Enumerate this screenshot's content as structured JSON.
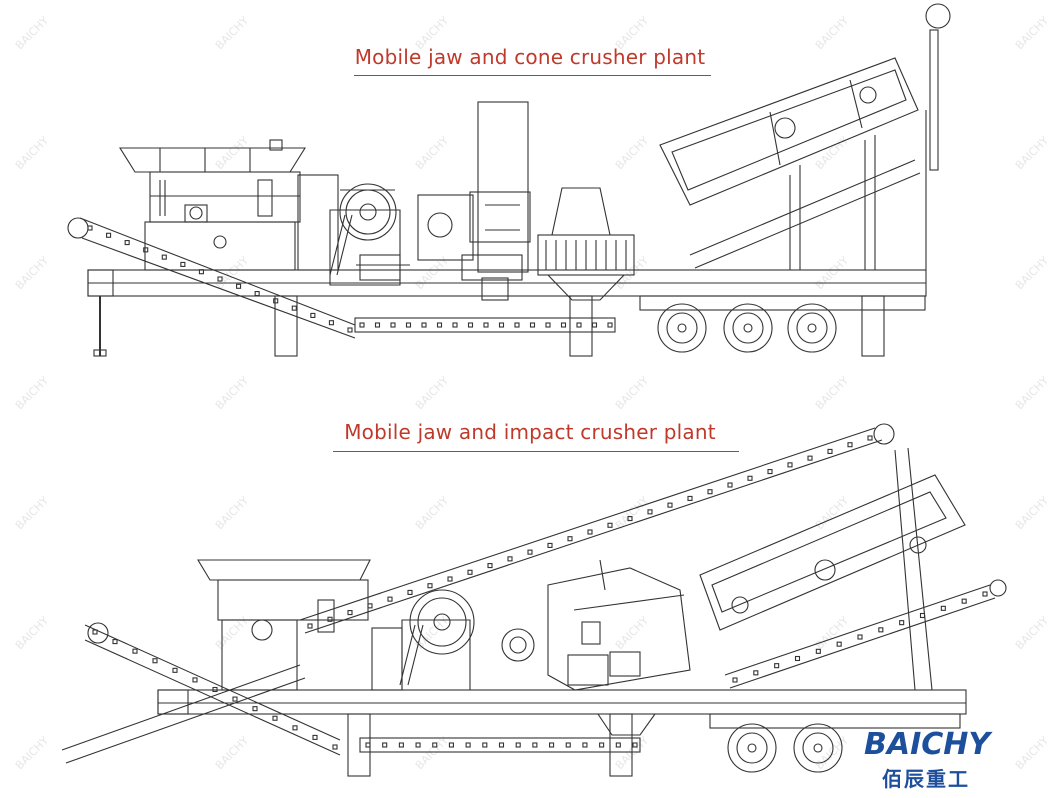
{
  "titles": {
    "top": "Mobile jaw and cone crusher plant",
    "bottom": "Mobile jaw and impact crusher plant"
  },
  "brand": {
    "name": "BAICHY",
    "chinese": "佰辰重工",
    "watermark": "BAICHY"
  },
  "colors": {
    "title_text": "#c0392b",
    "rule": "#c0392b",
    "line_art": "#333333",
    "brand": "#1d4f9c",
    "watermark": "#e6e6e6"
  }
}
